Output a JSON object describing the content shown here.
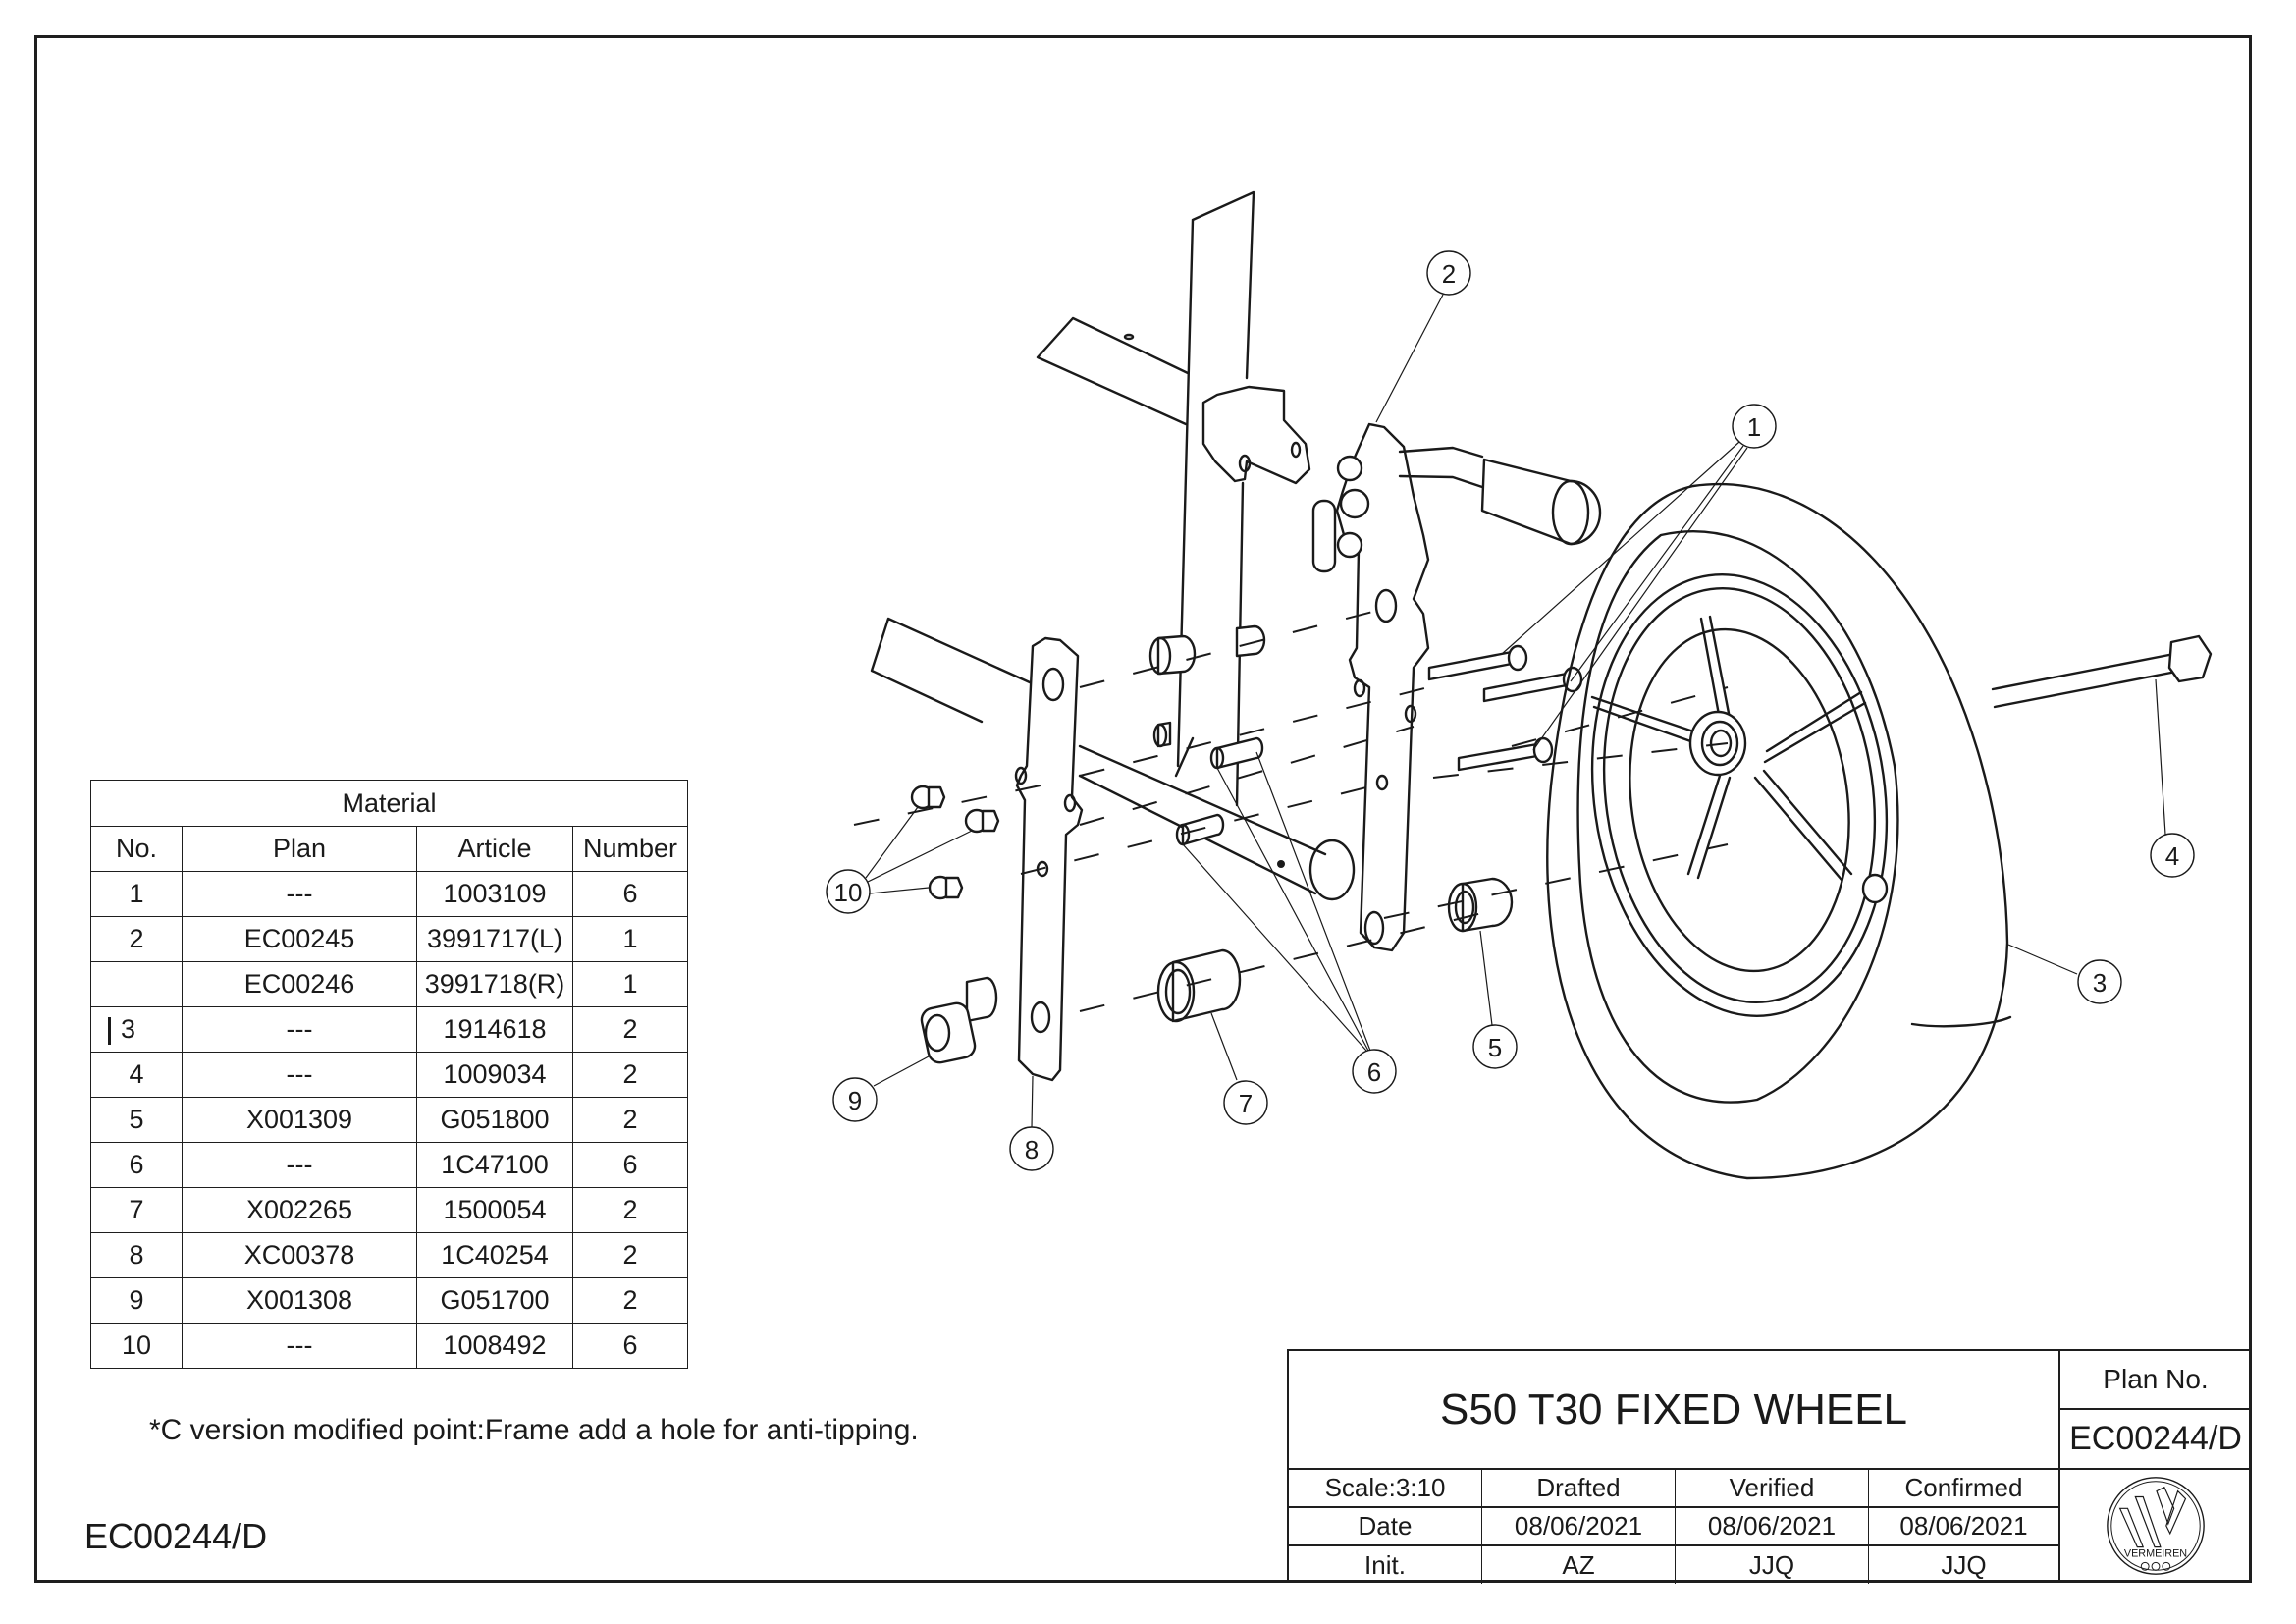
{
  "drawing": {
    "title": "S50 T30 FIXED WHEEL",
    "plan_no_label": "Plan No.",
    "plan_no": "EC00244/D",
    "corner_code": "EC00244/D",
    "note": "*C version modified point:Frame add a hole for anti-tipping.",
    "logo_text": "VERMEIREN"
  },
  "title_block": {
    "header": [
      "Scale:3:10",
      "Drafted",
      "Verified",
      "Confirmed"
    ],
    "date_row": [
      "Date",
      "08/06/2021",
      "08/06/2021",
      "08/06/2021"
    ],
    "init_row": [
      "Init.",
      "AZ",
      "JJQ",
      "JJQ"
    ]
  },
  "material_table": {
    "title": "Material",
    "columns": [
      "No.",
      "Plan",
      "Article",
      "Number"
    ],
    "rows": [
      {
        "no": "1",
        "plan": "---",
        "article": "1003109",
        "number": "6"
      },
      {
        "no": "2",
        "plan": "EC00245",
        "article": "3991717(L)",
        "number": "1"
      },
      {
        "no": "",
        "plan": "EC00246",
        "article": "3991718(R)",
        "number": "1"
      },
      {
        "no": "3",
        "plan": "---",
        "article": "1914618",
        "number": "2",
        "revised": true
      },
      {
        "no": "4",
        "plan": "---",
        "article": "1009034",
        "number": "2"
      },
      {
        "no": "5",
        "plan": "X001309",
        "article": "G051800",
        "number": "2"
      },
      {
        "no": "6",
        "plan": "---",
        "article": "1C47100",
        "number": "6"
      },
      {
        "no": "7",
        "plan": "X002265",
        "article": "1500054",
        "number": "2"
      },
      {
        "no": "8",
        "plan": "XC00378",
        "article": "1C40254",
        "number": "2"
      },
      {
        "no": "9",
        "plan": "X001308",
        "article": "G051700",
        "number": "2"
      },
      {
        "no": "10",
        "plan": "---",
        "article": "1008492",
        "number": "6"
      }
    ]
  },
  "balloons": [
    {
      "label": "1",
      "part": "bolt"
    },
    {
      "label": "2",
      "part": "brake assembly"
    },
    {
      "label": "3",
      "part": "wheel"
    },
    {
      "label": "4",
      "part": "axle bolt"
    },
    {
      "label": "5",
      "part": "bushing"
    },
    {
      "label": "6",
      "part": "spacer sleeve"
    },
    {
      "label": "7",
      "part": "spacer"
    },
    {
      "label": "8",
      "part": "fork plate"
    },
    {
      "label": "9",
      "part": "bushing"
    },
    {
      "label": "10",
      "part": "cap nut"
    }
  ]
}
